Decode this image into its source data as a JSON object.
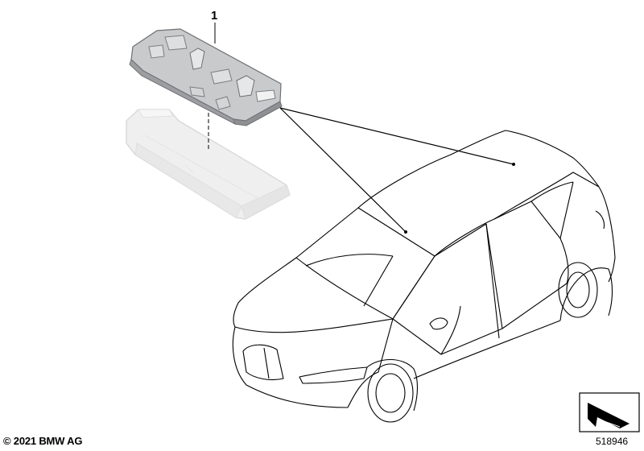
{
  "callouts": [
    {
      "label": "1"
    }
  ],
  "footer": {
    "copyright": "© 2021 BMW AG",
    "diagram_number": "518946"
  },
  "icons": {
    "view_indicator": "view-direction-arrow-icon"
  },
  "colors": {
    "part_fill": "#c8c9cb",
    "part_shadow": "#9a9b9e",
    "ghost_part": "#e3e3e3",
    "line": "#000000"
  }
}
